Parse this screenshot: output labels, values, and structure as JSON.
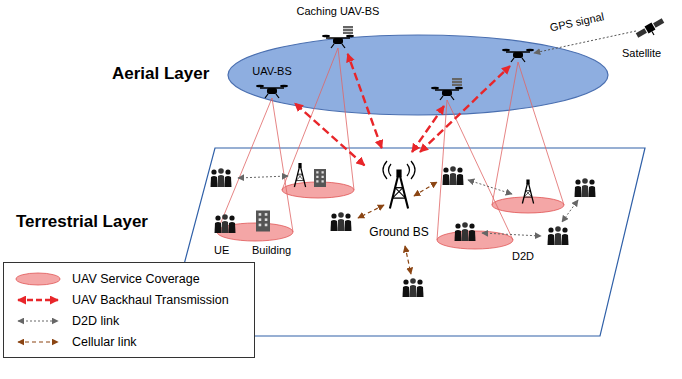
{
  "diagram": {
    "nodes": [
      {
        "text": [
          "Aerial Layer"
        ]
      },
      {
        "text": [
          "UAV-BS"
        ],
        "in": 0
      },
      {
        "text": [
          "Caching UAV-BS"
        ],
        "in": 0
      },
      {
        "text": [
          "Terrestrial Layer"
        ]
      },
      {
        "text": [
          "Ground BS"
        ],
        "in": 3
      }
    ],
    "edges": [
      {
        "from": 4,
        "to": 1,
        "arrow": "both"
      },
      {
        "from": 4,
        "to": 2,
        "arrow": "both"
      }
    ],
    "labels": [
      "GPS signal",
      "Satellite",
      "UE",
      "Building",
      "D2D"
    ],
    "legend": [
      {
        "text": "UAV Service Coverage",
        "color": "#f4a6a6"
      },
      {
        "text": "UAV Backhaul Transmission"
      },
      {
        "text": "D2D  link"
      },
      {
        "text": "Cellular link"
      }
    ]
  }
}
